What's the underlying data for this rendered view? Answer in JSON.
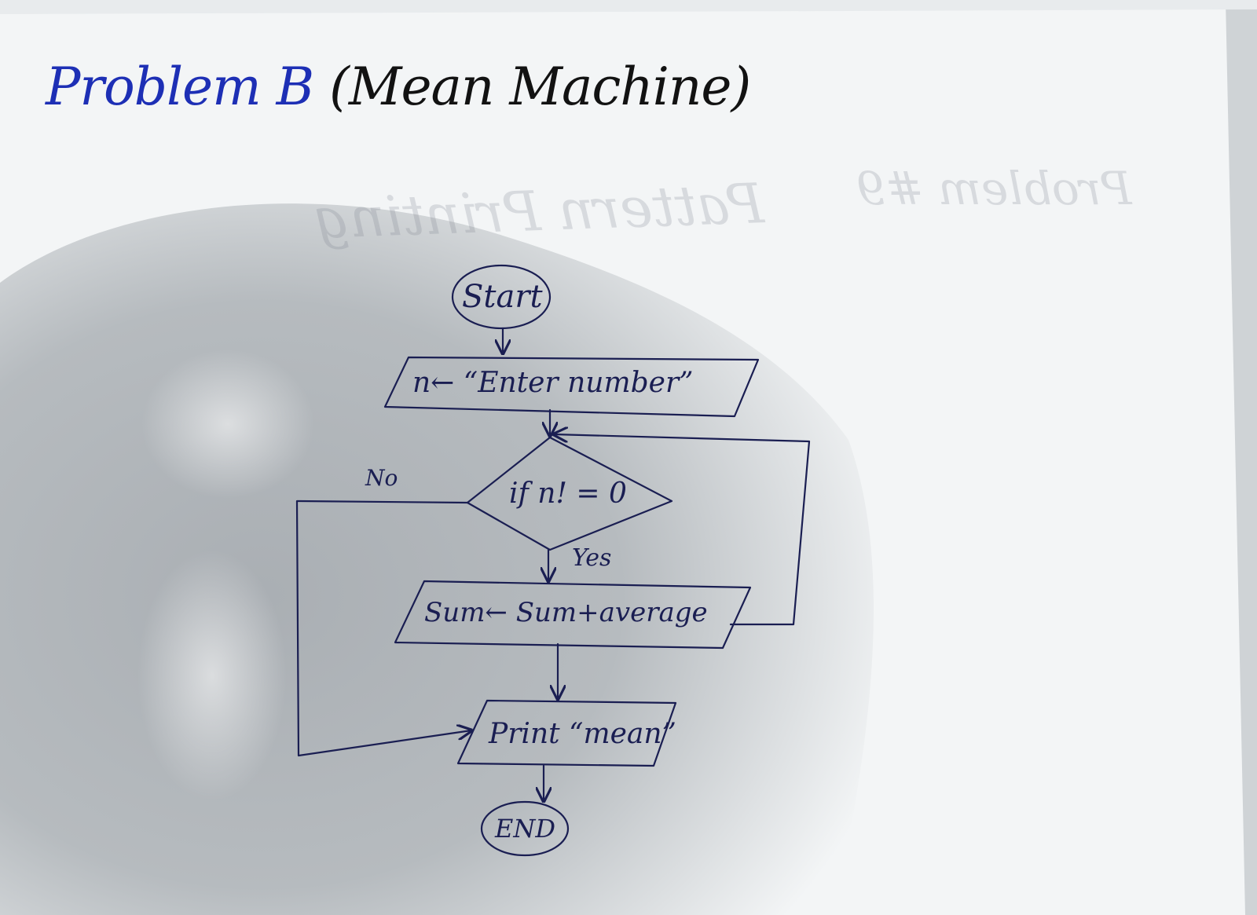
{
  "title": {
    "main": "Problem B",
    "sub": "Mean Machine"
  },
  "nodes": {
    "start": "Start",
    "input": "n← “Enter number”",
    "decision": "if n! = 0",
    "process": "Sum← Sum+average",
    "output": "Print “mean”",
    "end": "END"
  },
  "edge_labels": {
    "no": "No",
    "yes": "Yes"
  },
  "bleed_through": [
    "Pattern Printing",
    "Problem #9"
  ],
  "colors": {
    "title_ink": "#1d2fb5",
    "ink": "#1a1e52",
    "paper": "#f3f5f6",
    "shadow": "#a9aeb3"
  }
}
